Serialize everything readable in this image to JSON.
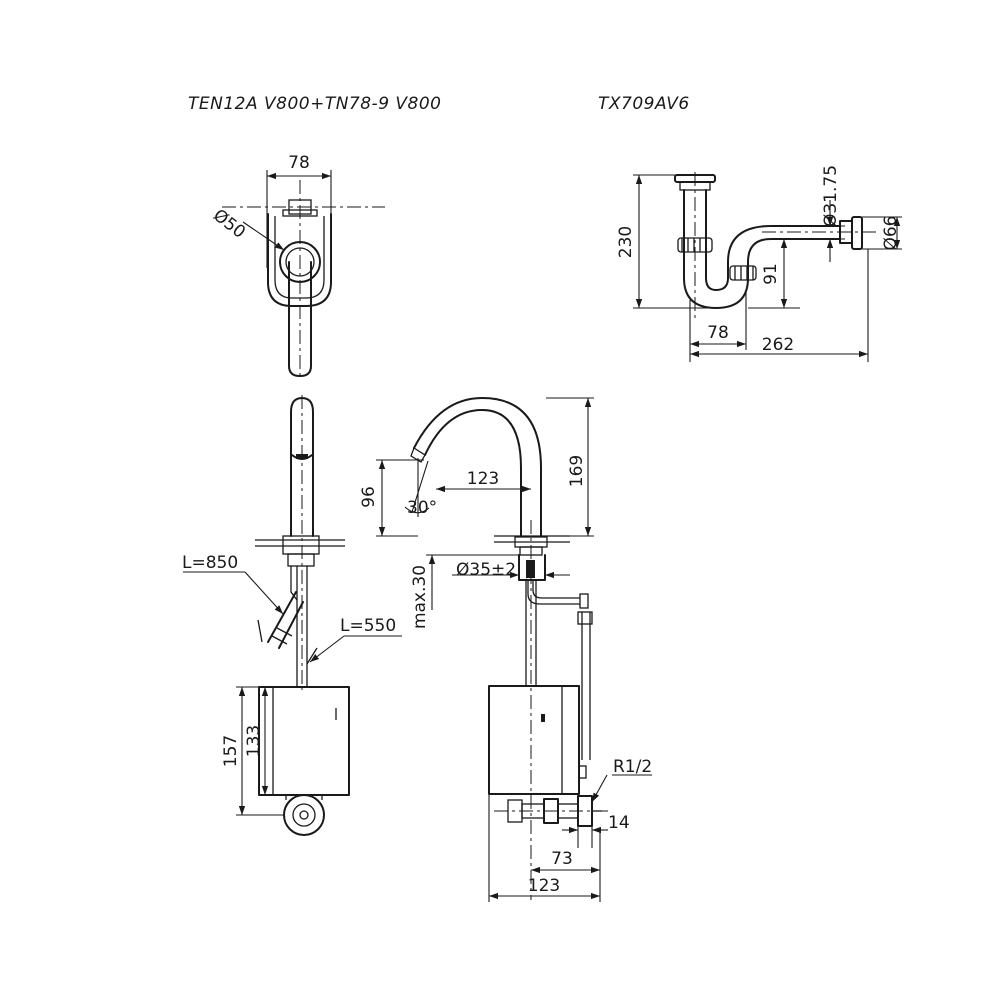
{
  "titles": {
    "faucet": "TEN12A V800+TN78-9 V800",
    "trap": "TX709AV6"
  },
  "dimensions": {
    "top_width": "78",
    "top_diameter": "Ø50",
    "hose_long": "L=850",
    "hose_short": "L=550",
    "box_height_outer": "157",
    "box_height_inner": "133",
    "spout_height": "96",
    "spout_reach": "123",
    "spout_angle": "30°",
    "total_height": "169",
    "hole_diameter": "Ø35±2",
    "counter_max": "max.30",
    "thread": "R1/2",
    "valve_offset": "14",
    "valve_distance": "73",
    "box_width": "123",
    "trap_height": "230",
    "trap_pipe_diameter": "Ø31.75",
    "trap_flange_diameter": "Ø66",
    "trap_drop": "91",
    "trap_width": "78",
    "trap_length": "262"
  }
}
